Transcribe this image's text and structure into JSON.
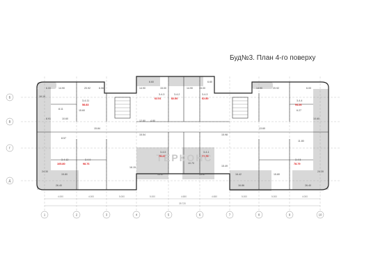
{
  "title": "Буд№3.  План 4-го поверху",
  "watermark": "ТЕРКОНС",
  "axes_letters": [
    "Б",
    "В",
    "Г",
    "Д"
  ],
  "axes_numbers": [
    "1",
    "2",
    "3",
    "4",
    "5",
    "6",
    "7",
    "8",
    "9",
    "10"
  ],
  "total_dim": "39.720",
  "bay_dims": [
    "4.000",
    "4.000",
    "5.000",
    "5.000",
    "4.650",
    "4.650",
    "5.000",
    "5.000",
    "4.000"
  ],
  "apartments": [
    {
      "code": "3-4-11",
      "area": "58.83"
    },
    {
      "code": "3-4-12",
      "area": "105.80"
    },
    {
      "code": "3-4-9",
      "area": "98.76"
    },
    {
      "code": "3-4-2",
      "area": "82.80"
    },
    {
      "code": "3-4-3",
      "area": "62.51"
    },
    {
      "code": "3-4-3",
      "area": "62.80"
    },
    {
      "code": "3-4-5",
      "area": "79.37"
    },
    {
      "code": "3-4-1",
      "area": "77.79"
    },
    {
      "code": "3-4-4",
      "area": "94.26"
    },
    {
      "code": "3-4-5",
      "area": "78.79"
    }
  ],
  "room_areas": [
    "6.00",
    "14.90",
    "20.92",
    "6.06",
    "14.90",
    "15.00",
    "14.90",
    "15.00",
    "6.60",
    "6.60",
    "14.90",
    "20.92",
    "6.00",
    "18.16",
    "8.11",
    "15.60",
    "8.91",
    "10.60",
    "12.80",
    "4.80",
    "15.84",
    "8.57",
    "6.27",
    "10.60",
    "11.80",
    "13.60",
    "16.15",
    "15.54",
    "15.98",
    "15.49",
    "10.70",
    "15.80",
    "24.30",
    "26.40",
    "24.30",
    "26.40",
    "16.86",
    "15.80",
    "15.67",
    "16.42",
    "15.67"
  ],
  "colors": {
    "shade": "#d6d6d6",
    "wall": "#222222",
    "axis": "#888888",
    "red": "#dd1111"
  }
}
